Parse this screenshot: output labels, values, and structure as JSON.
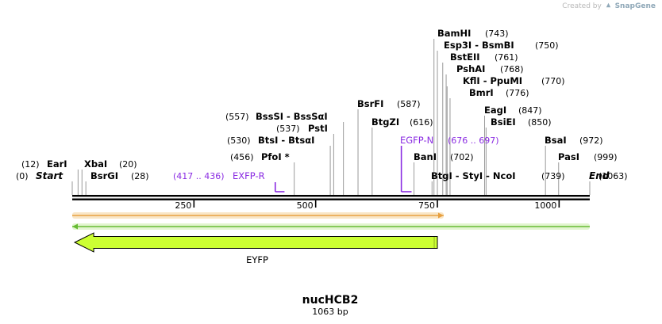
{
  "branding": {
    "created_by": "Created by",
    "brand": "SnapGene",
    "icon": "snapgene-logo-icon"
  },
  "sequence": {
    "name": "nucHCB2",
    "length_bp": 1063,
    "length_label": "1063 bp"
  },
  "ruler": {
    "ticks": [
      250,
      500,
      750,
      1000
    ]
  },
  "ends": {
    "start": {
      "label": "Start",
      "position": 0,
      "position_label": "(0)"
    },
    "end": {
      "label": "End",
      "position": 1063,
      "position_label": "(1063)"
    }
  },
  "sites": [
    {
      "id": "EarI",
      "label": "EarI",
      "position": 12,
      "position_label": "(12)"
    },
    {
      "id": "XbaI",
      "label": "XbaI",
      "position": 20,
      "position_label": "(20)"
    },
    {
      "id": "BsrGI",
      "label": "BsrGI",
      "position": 28,
      "position_label": "(28)"
    },
    {
      "id": "PfoI",
      "label": "PfoI *",
      "position": 456,
      "position_label": "(456)"
    },
    {
      "id": "BtsI",
      "label": "BtsI  -  BtsαI",
      "position": 530,
      "position_label": "(530)"
    },
    {
      "id": "PstI",
      "label": "PstI",
      "position": 537,
      "position_label": "(537)"
    },
    {
      "id": "BssSI",
      "label": "BssSI  -  BssSαI",
      "position": 557,
      "position_label": "(557)"
    },
    {
      "id": "BsrFI",
      "label": "BsrFI",
      "position": 587,
      "position_label": "(587)"
    },
    {
      "id": "BtgZI",
      "label": "BtgZI",
      "position": 616,
      "position_label": "(616)"
    },
    {
      "id": "BanI",
      "label": "BanI",
      "position": 702,
      "position_label": "(702)"
    },
    {
      "id": "BtgI",
      "label": "BtgI  -  StyI  -  NcoI",
      "position": 739,
      "position_label": "(739)"
    },
    {
      "id": "BamHI",
      "label": "BamHI",
      "position": 743,
      "position_label": "(743)"
    },
    {
      "id": "Esp3I",
      "label": "Esp3I  -  BsmBI",
      "position": 750,
      "position_label": "(750)"
    },
    {
      "id": "BstEII",
      "label": "BstEII",
      "position": 761,
      "position_label": "(761)"
    },
    {
      "id": "PshAI",
      "label": "PshAI",
      "position": 768,
      "position_label": "(768)"
    },
    {
      "id": "KflI",
      "label": "KflI  -  PpuMI",
      "position": 770,
      "position_label": "(770)"
    },
    {
      "id": "BmrI",
      "label": "BmrI",
      "position": 776,
      "position_label": "(776)"
    },
    {
      "id": "EagI",
      "label": "EagI",
      "position": 847,
      "position_label": "(847)"
    },
    {
      "id": "BsiEI",
      "label": "BsiEI",
      "position": 850,
      "position_label": "(850)"
    },
    {
      "id": "BsaI",
      "label": "BsaI",
      "position": 972,
      "position_label": "(972)"
    },
    {
      "id": "PasI",
      "label": "PasI",
      "position": 999,
      "position_label": "(999)"
    }
  ],
  "primers": [
    {
      "id": "EXFP-R",
      "label": "EXFP-R",
      "range_label": "(417 .. 436)",
      "start": 417,
      "end": 436,
      "strand": "reverse",
      "color": "#8a2be2"
    },
    {
      "id": "EGFP-N",
      "label": "EGFP-N",
      "range_label": "(676 .. 697)",
      "start": 676,
      "end": 697,
      "strand": "forward",
      "color": "#8a2be2"
    }
  ],
  "features": [
    {
      "id": "EYFP",
      "label": "EYFP",
      "start": 5,
      "end": 750,
      "strand": "reverse",
      "color": "#ccff33"
    }
  ],
  "translations": [
    {
      "id": "orf-forward",
      "start": 0,
      "end": 763,
      "strand": "forward",
      "color": "#e8a040",
      "fill": "#f9e6c6"
    },
    {
      "id": "orf-reverse",
      "start": 0,
      "end": 1063,
      "strand": "reverse",
      "color": "#66bb33",
      "fill": "#e2f5cf"
    }
  ],
  "colors": {
    "backbone": "#000000",
    "primer": "#8a2be2",
    "site_line": "#9a9a9a",
    "feature_fill": "#ccff33"
  }
}
